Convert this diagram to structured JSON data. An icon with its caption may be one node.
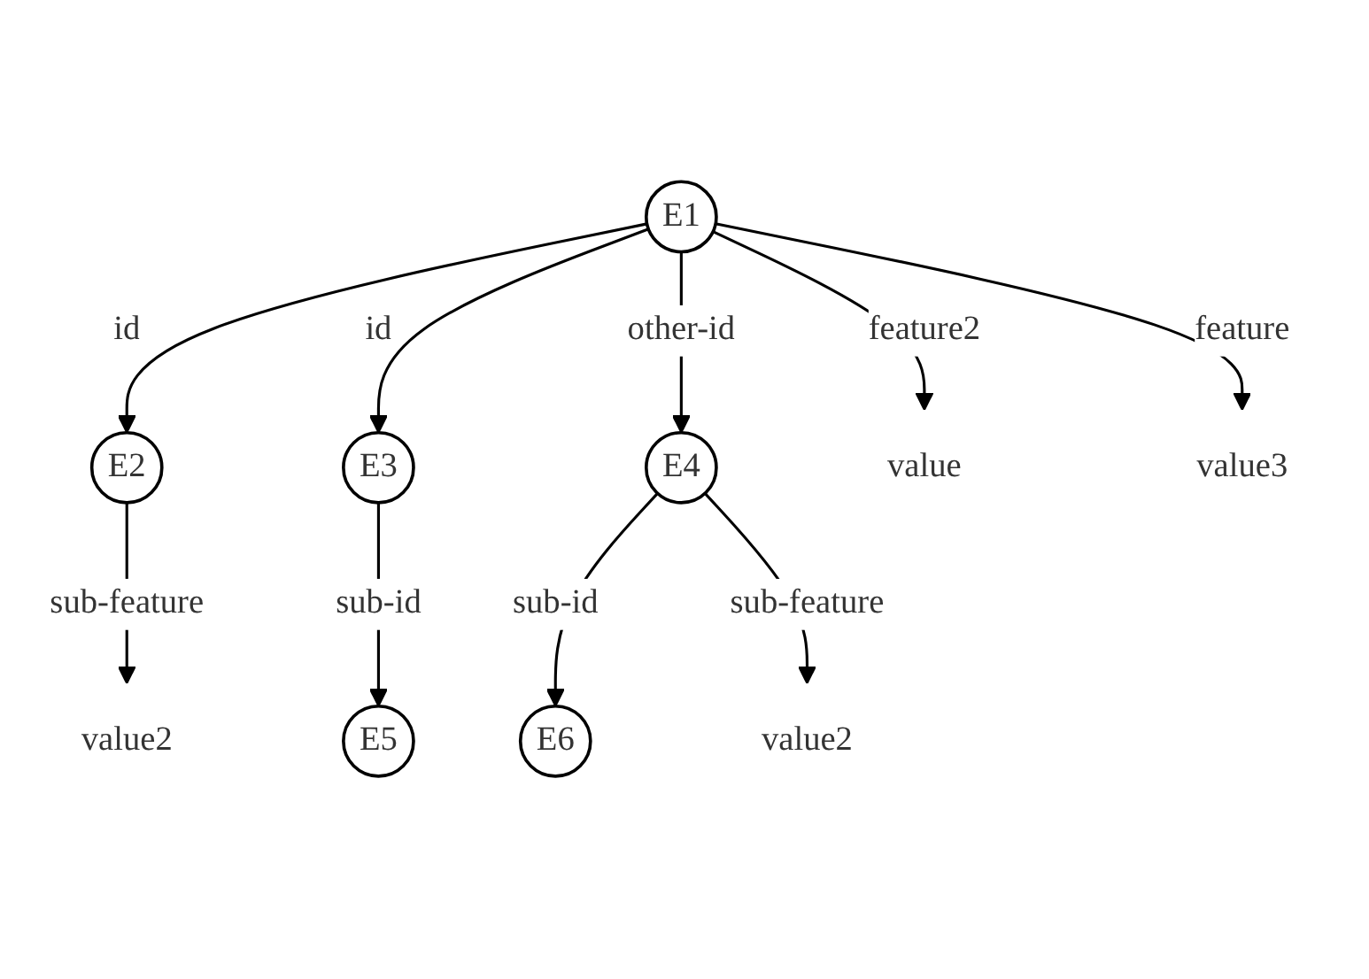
{
  "diagram": {
    "nodes": [
      {
        "text": [
          "E1"
        ]
      },
      {
        "text": [
          "E2"
        ]
      },
      {
        "text": [
          "E3"
        ]
      },
      {
        "text": [
          "E4"
        ]
      },
      {
        "text": [
          "value"
        ]
      },
      {
        "text": [
          "value3"
        ]
      },
      {
        "text": [
          "value2"
        ]
      },
      {
        "text": [
          "E5"
        ]
      },
      {
        "text": [
          "E6"
        ]
      },
      {
        "text": [
          "value2"
        ]
      }
    ],
    "edges": [
      {
        "from": 0,
        "to": 1,
        "arrow": "to",
        "label": "id"
      },
      {
        "from": 0,
        "to": 2,
        "arrow": "to",
        "label": "id"
      },
      {
        "from": 0,
        "to": 3,
        "arrow": "to",
        "label": "other-id"
      },
      {
        "from": 0,
        "to": 4,
        "arrow": "to",
        "label": "feature2"
      },
      {
        "from": 0,
        "to": 5,
        "arrow": "to",
        "label": "feature"
      },
      {
        "from": 1,
        "to": 6,
        "arrow": "to",
        "label": "sub-feature"
      },
      {
        "from": 2,
        "to": 7,
        "arrow": "to",
        "label": "sub-id"
      },
      {
        "from": 3,
        "to": 8,
        "arrow": "to",
        "label": "sub-id"
      },
      {
        "from": 3,
        "to": 9,
        "arrow": "to",
        "label": "sub-feature"
      }
    ]
  }
}
